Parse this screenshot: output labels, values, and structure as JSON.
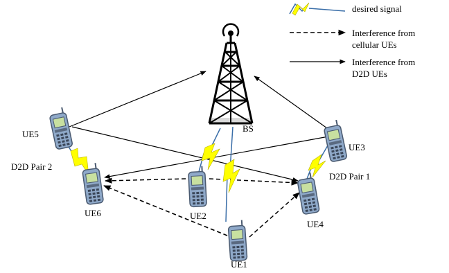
{
  "legend": {
    "desired_signal": "desired signal",
    "interference_cellular": [
      "Interference from",
      "cellular UEs"
    ],
    "interference_d2d": [
      "Interference from",
      "D2D UEs"
    ]
  },
  "nodes": {
    "bs": "BS",
    "ue1": "UE1",
    "ue2": "UE2",
    "ue3": "UE3",
    "ue4": "UE4",
    "ue5": "UE5",
    "ue6": "UE6"
  },
  "pairs": {
    "pair1": "D2D Pair 1",
    "pair2": "D2D Pair 2"
  },
  "colors": {
    "line": "#000000",
    "signal_yellow": "#ffff00",
    "signal_blue": "#3a6ea8",
    "phone_body": "#8fa9c9",
    "phone_dark": "#4a5a70",
    "phone_screen": "#c8e0a0"
  },
  "icons": {
    "tower": "cell-tower-icon",
    "phone": "mobile-phone-icon",
    "signal": "lightning-signal-icon"
  }
}
